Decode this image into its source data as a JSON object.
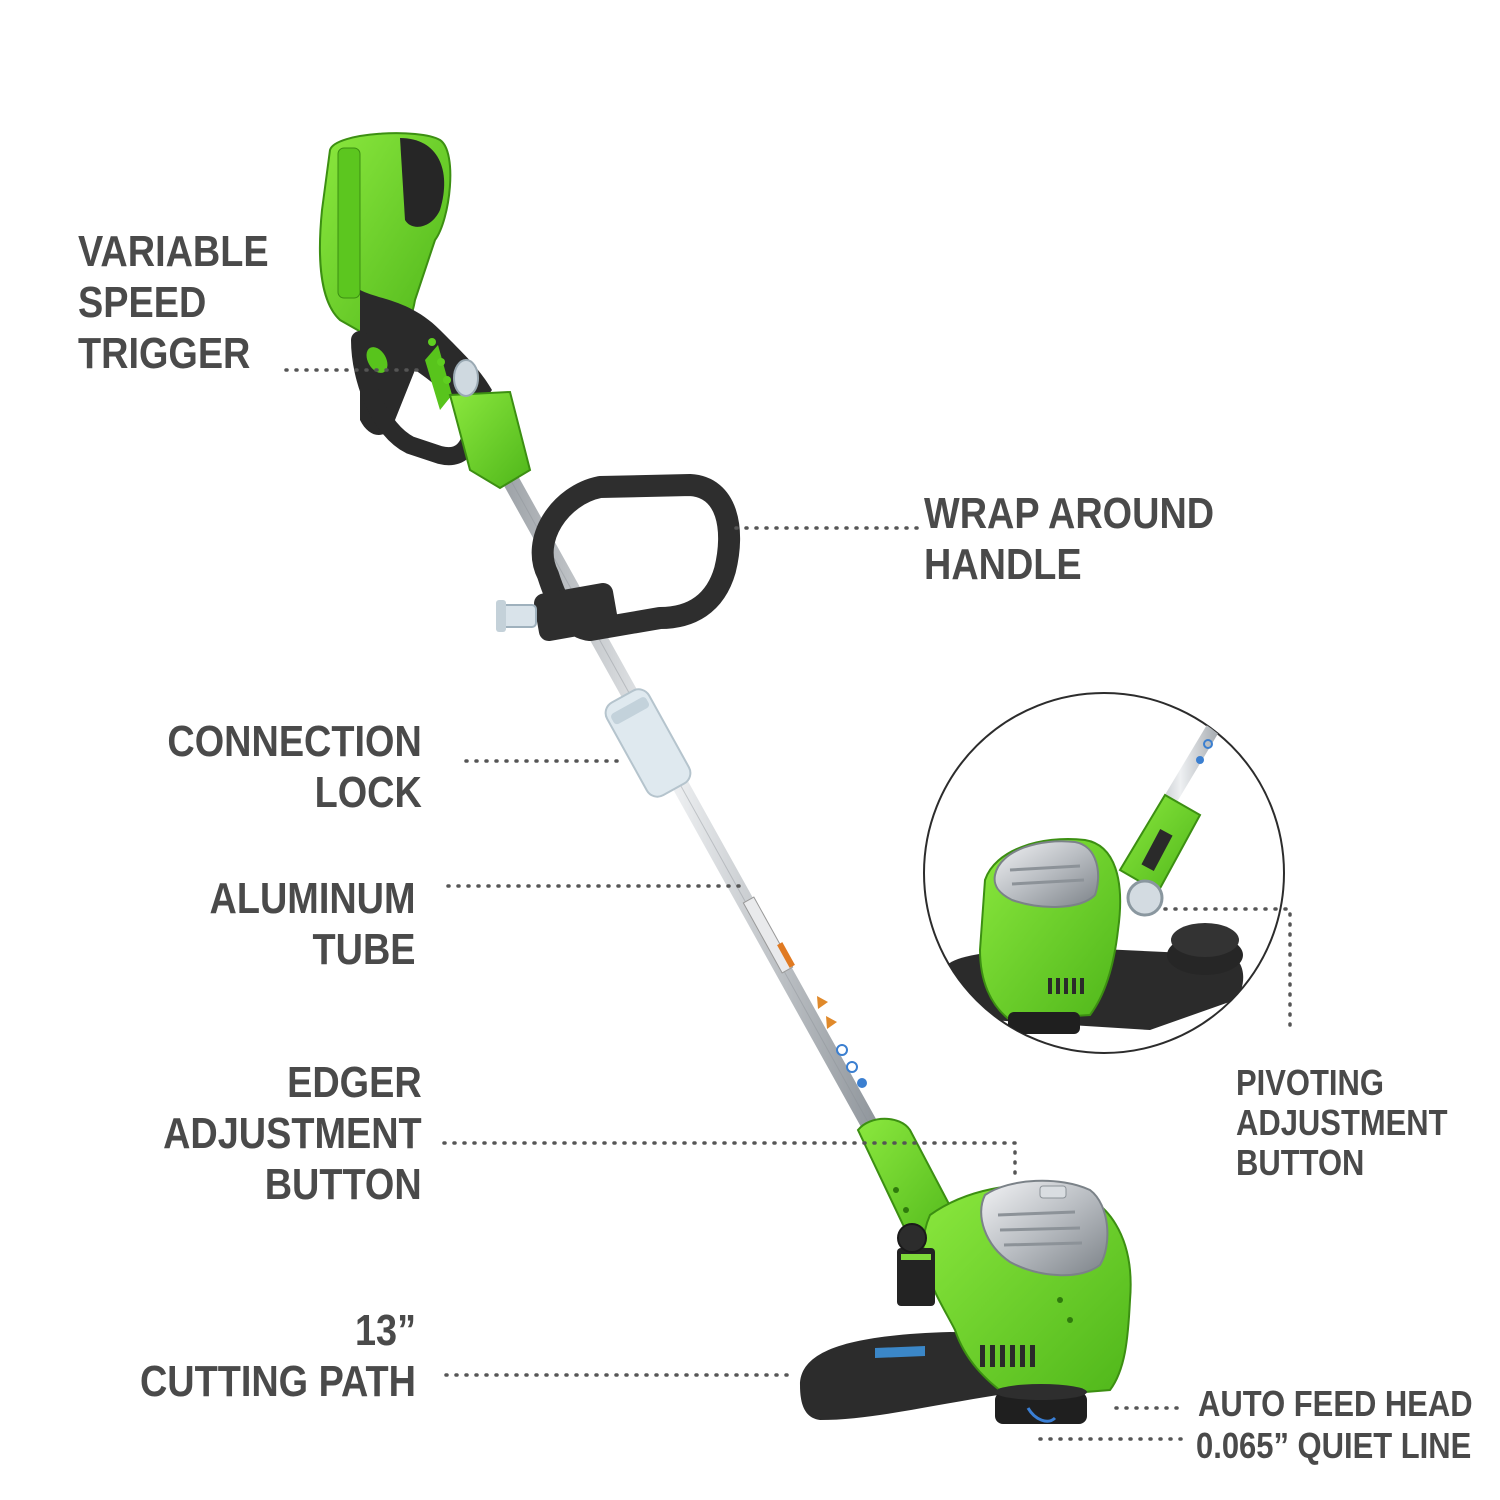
{
  "colors": {
    "body_green": "#6fd72a",
    "dark_green": "#3f9b12",
    "grip_black": "#2b2b2b",
    "shaft_silver": "#c9ccd0",
    "label_gray": "#4a4a4a",
    "leader_dots": "#555555"
  },
  "callouts": {
    "trigger": {
      "lines": [
        "VARIABLE",
        "SPEED",
        "TRIGGER"
      ]
    },
    "handle": {
      "lines": [
        "WRAP AROUND",
        "HANDLE"
      ]
    },
    "connection": {
      "lines": [
        "CONNECTION",
        "LOCK"
      ]
    },
    "tube": {
      "lines": [
        "ALUMINUM",
        "TUBE"
      ]
    },
    "edger": {
      "lines": [
        "EDGER",
        "ADJUSTMENT",
        "BUTTON"
      ]
    },
    "cutting": {
      "lines": [
        "13”",
        "CUTTING PATH"
      ]
    },
    "pivot": {
      "lines": [
        "PIVOTING",
        "ADJUSTMENT",
        "BUTTON"
      ]
    },
    "feed": {
      "lines": [
        "AUTO FEED HEAD"
      ]
    },
    "quiet": {
      "lines": [
        "0.065” QUIET LINE"
      ]
    }
  }
}
